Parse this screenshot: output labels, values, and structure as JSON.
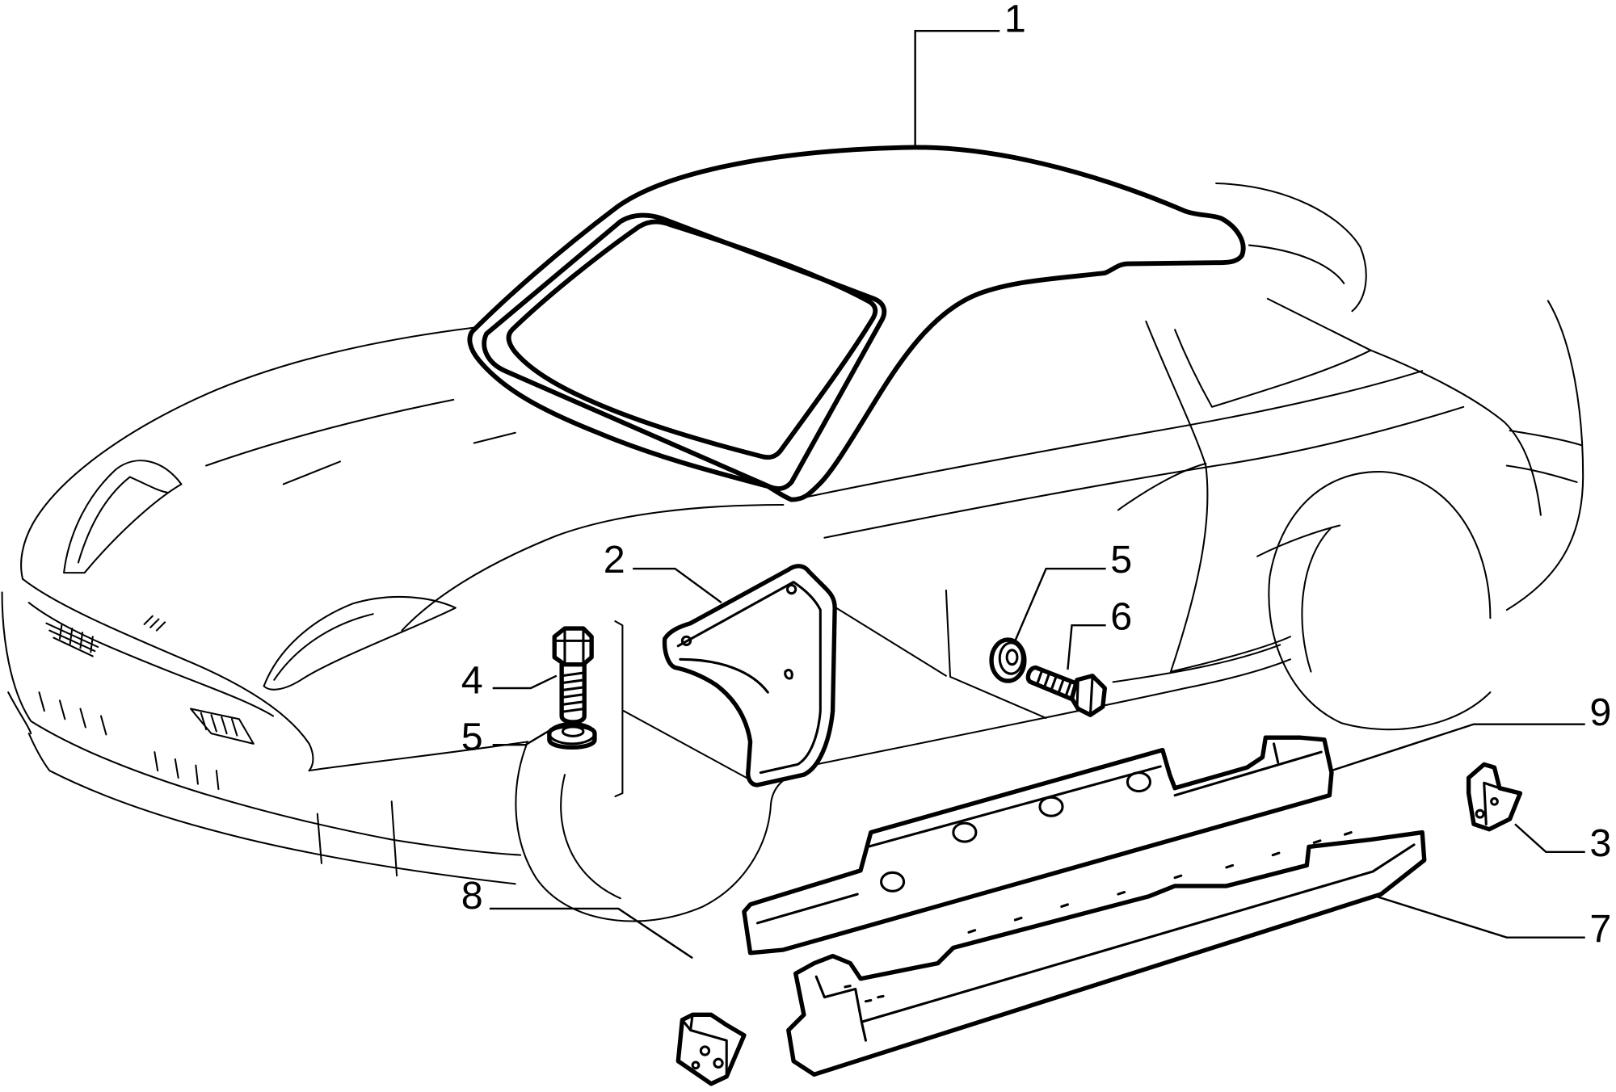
{
  "diagram": {
    "callouts": [
      {
        "label": "1"
      },
      {
        "label": "2"
      },
      {
        "label": "3"
      },
      {
        "label": "4"
      },
      {
        "label": "5"
      },
      {
        "label": "5"
      },
      {
        "label": "6"
      },
      {
        "label": "7"
      },
      {
        "label": "8"
      },
      {
        "label": "9"
      }
    ]
  },
  "colors": {
    "ink": "#000000",
    "paper": "#ffffff"
  }
}
